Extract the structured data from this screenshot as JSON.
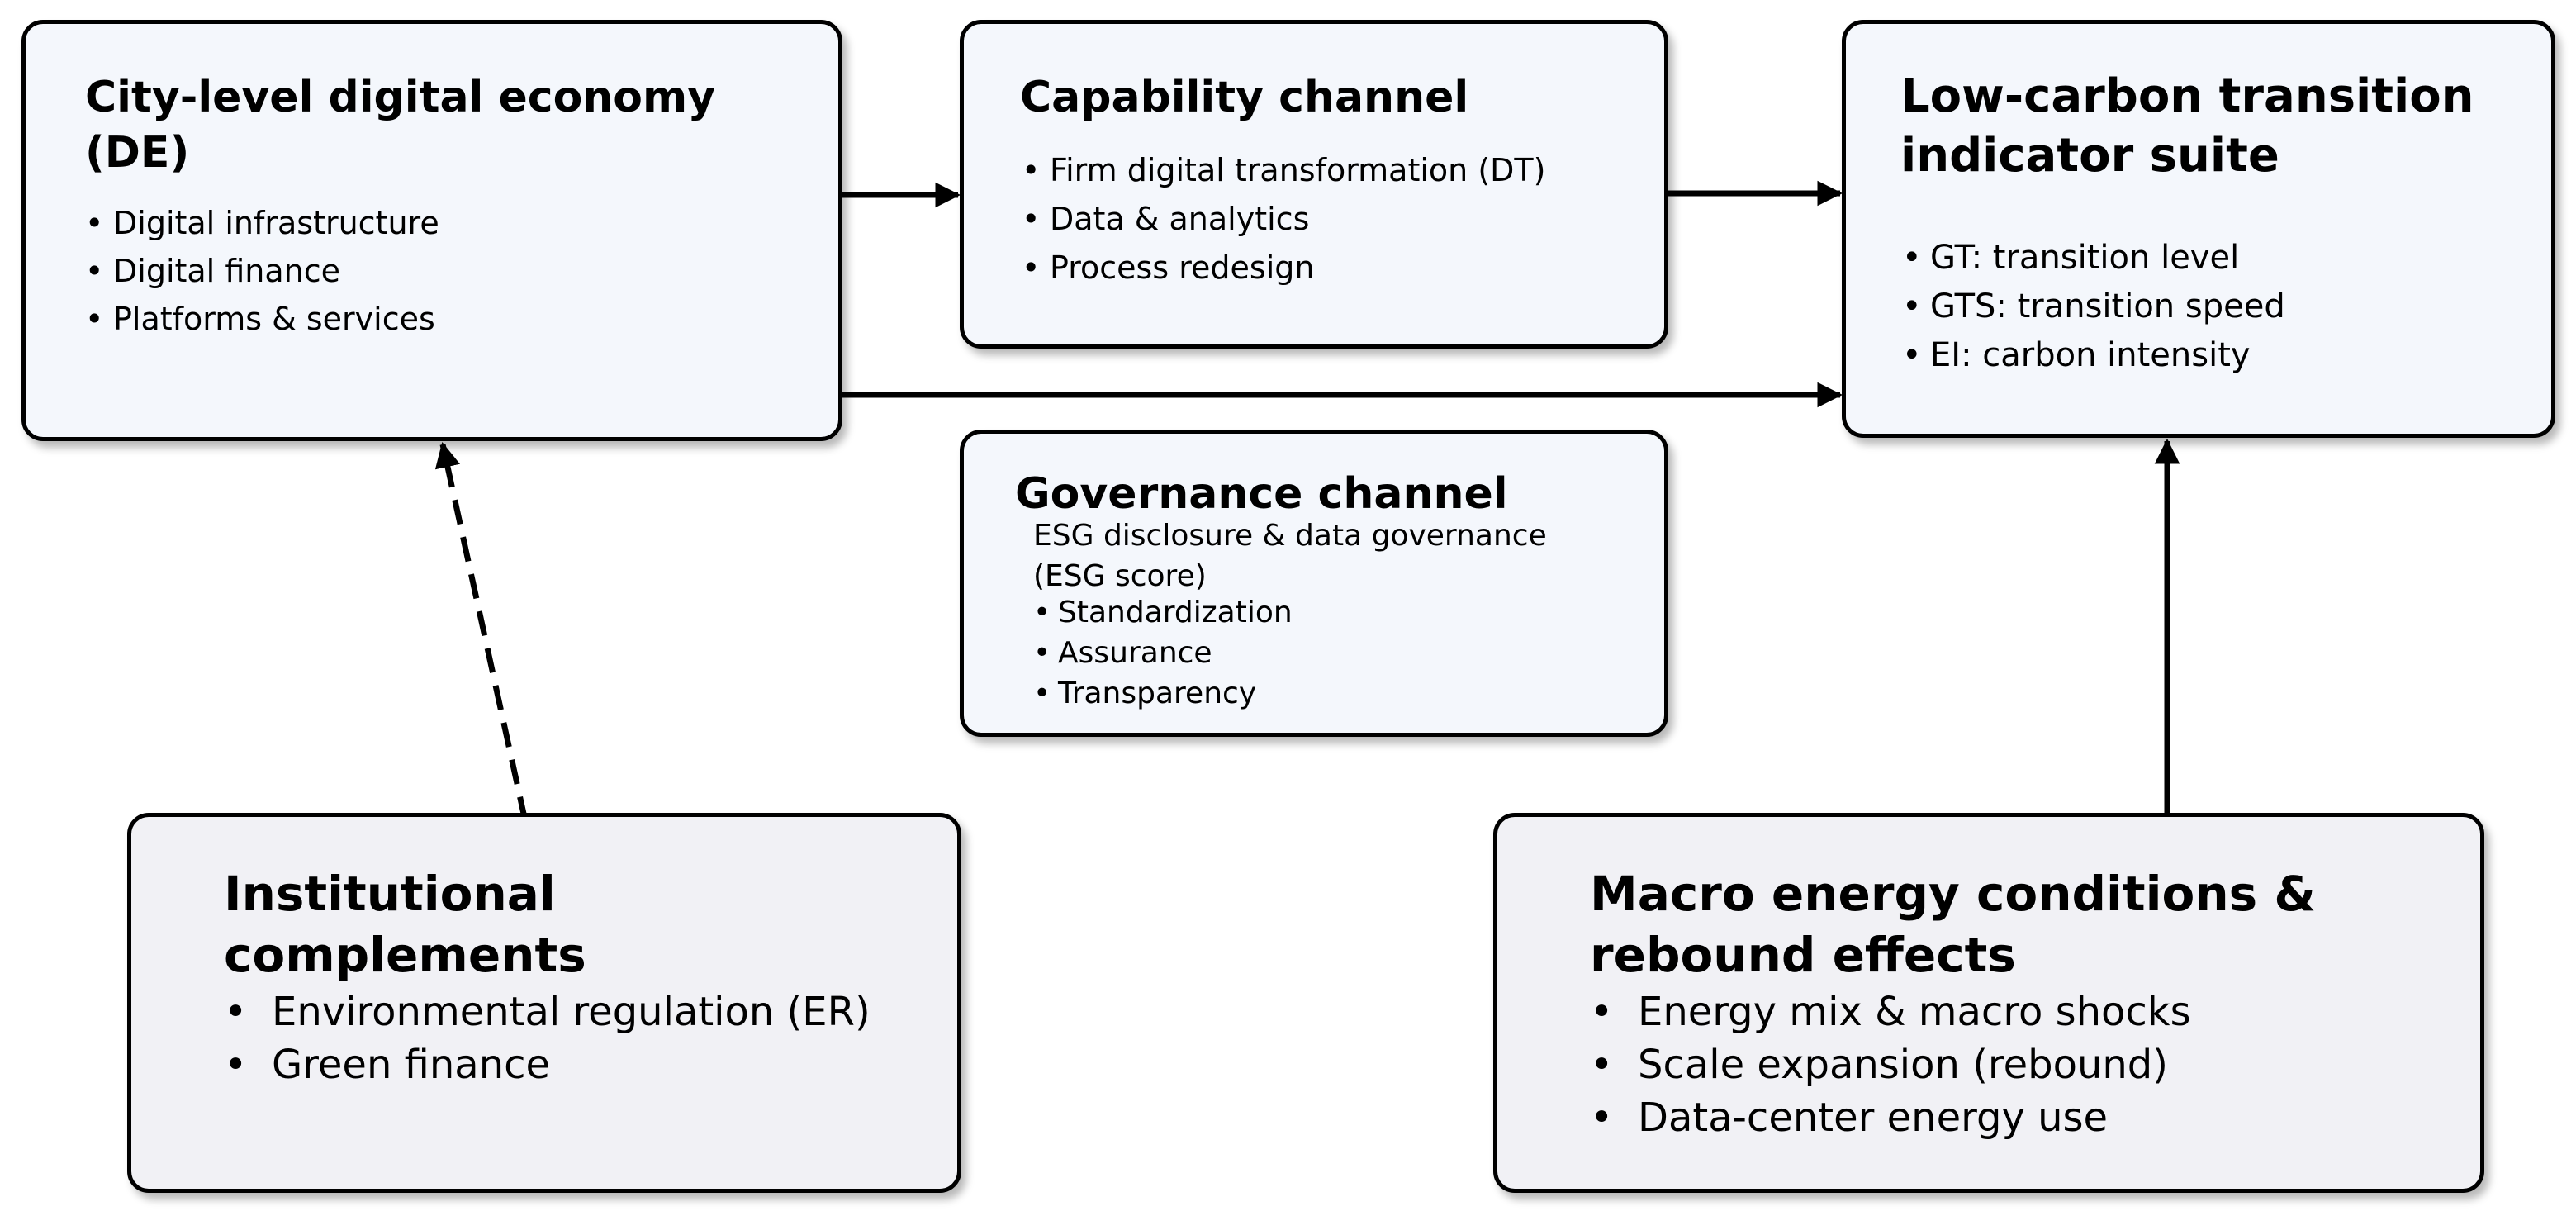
{
  "de": {
    "title": "City-level digital economy (DE)",
    "items": [
      "Digital infrastructure",
      "Digital finance",
      "Platforms & services"
    ]
  },
  "capability": {
    "title": "Capability channel",
    "items": [
      "Firm digital transformation (DT)",
      "Data & analytics",
      "Process redesign"
    ]
  },
  "low_carbon": {
    "title": "Low-carbon transition indicator suite",
    "items": [
      "GT: transition level",
      "GTS: transition speed",
      "EI: carbon intensity"
    ]
  },
  "governance": {
    "title": "Governance channel",
    "subtitle": "ESG disclosure & data governance (ESG score)",
    "items": [
      "Standardization",
      "Assurance",
      "Transparency"
    ]
  },
  "institutional": {
    "title": "Institutional complements",
    "items": [
      "Environmental regulation (ER)",
      "Green finance"
    ]
  },
  "macro": {
    "title": "Macro energy conditions & rebound effects",
    "items": [
      "Energy mix & macro shocks",
      "Scale expansion (rebound)",
      "Data-center energy use"
    ]
  },
  "colors": {
    "box_fill_blue": "#f4f7fc",
    "box_fill_gray": "#f1f1f5",
    "stroke": "#000000"
  }
}
